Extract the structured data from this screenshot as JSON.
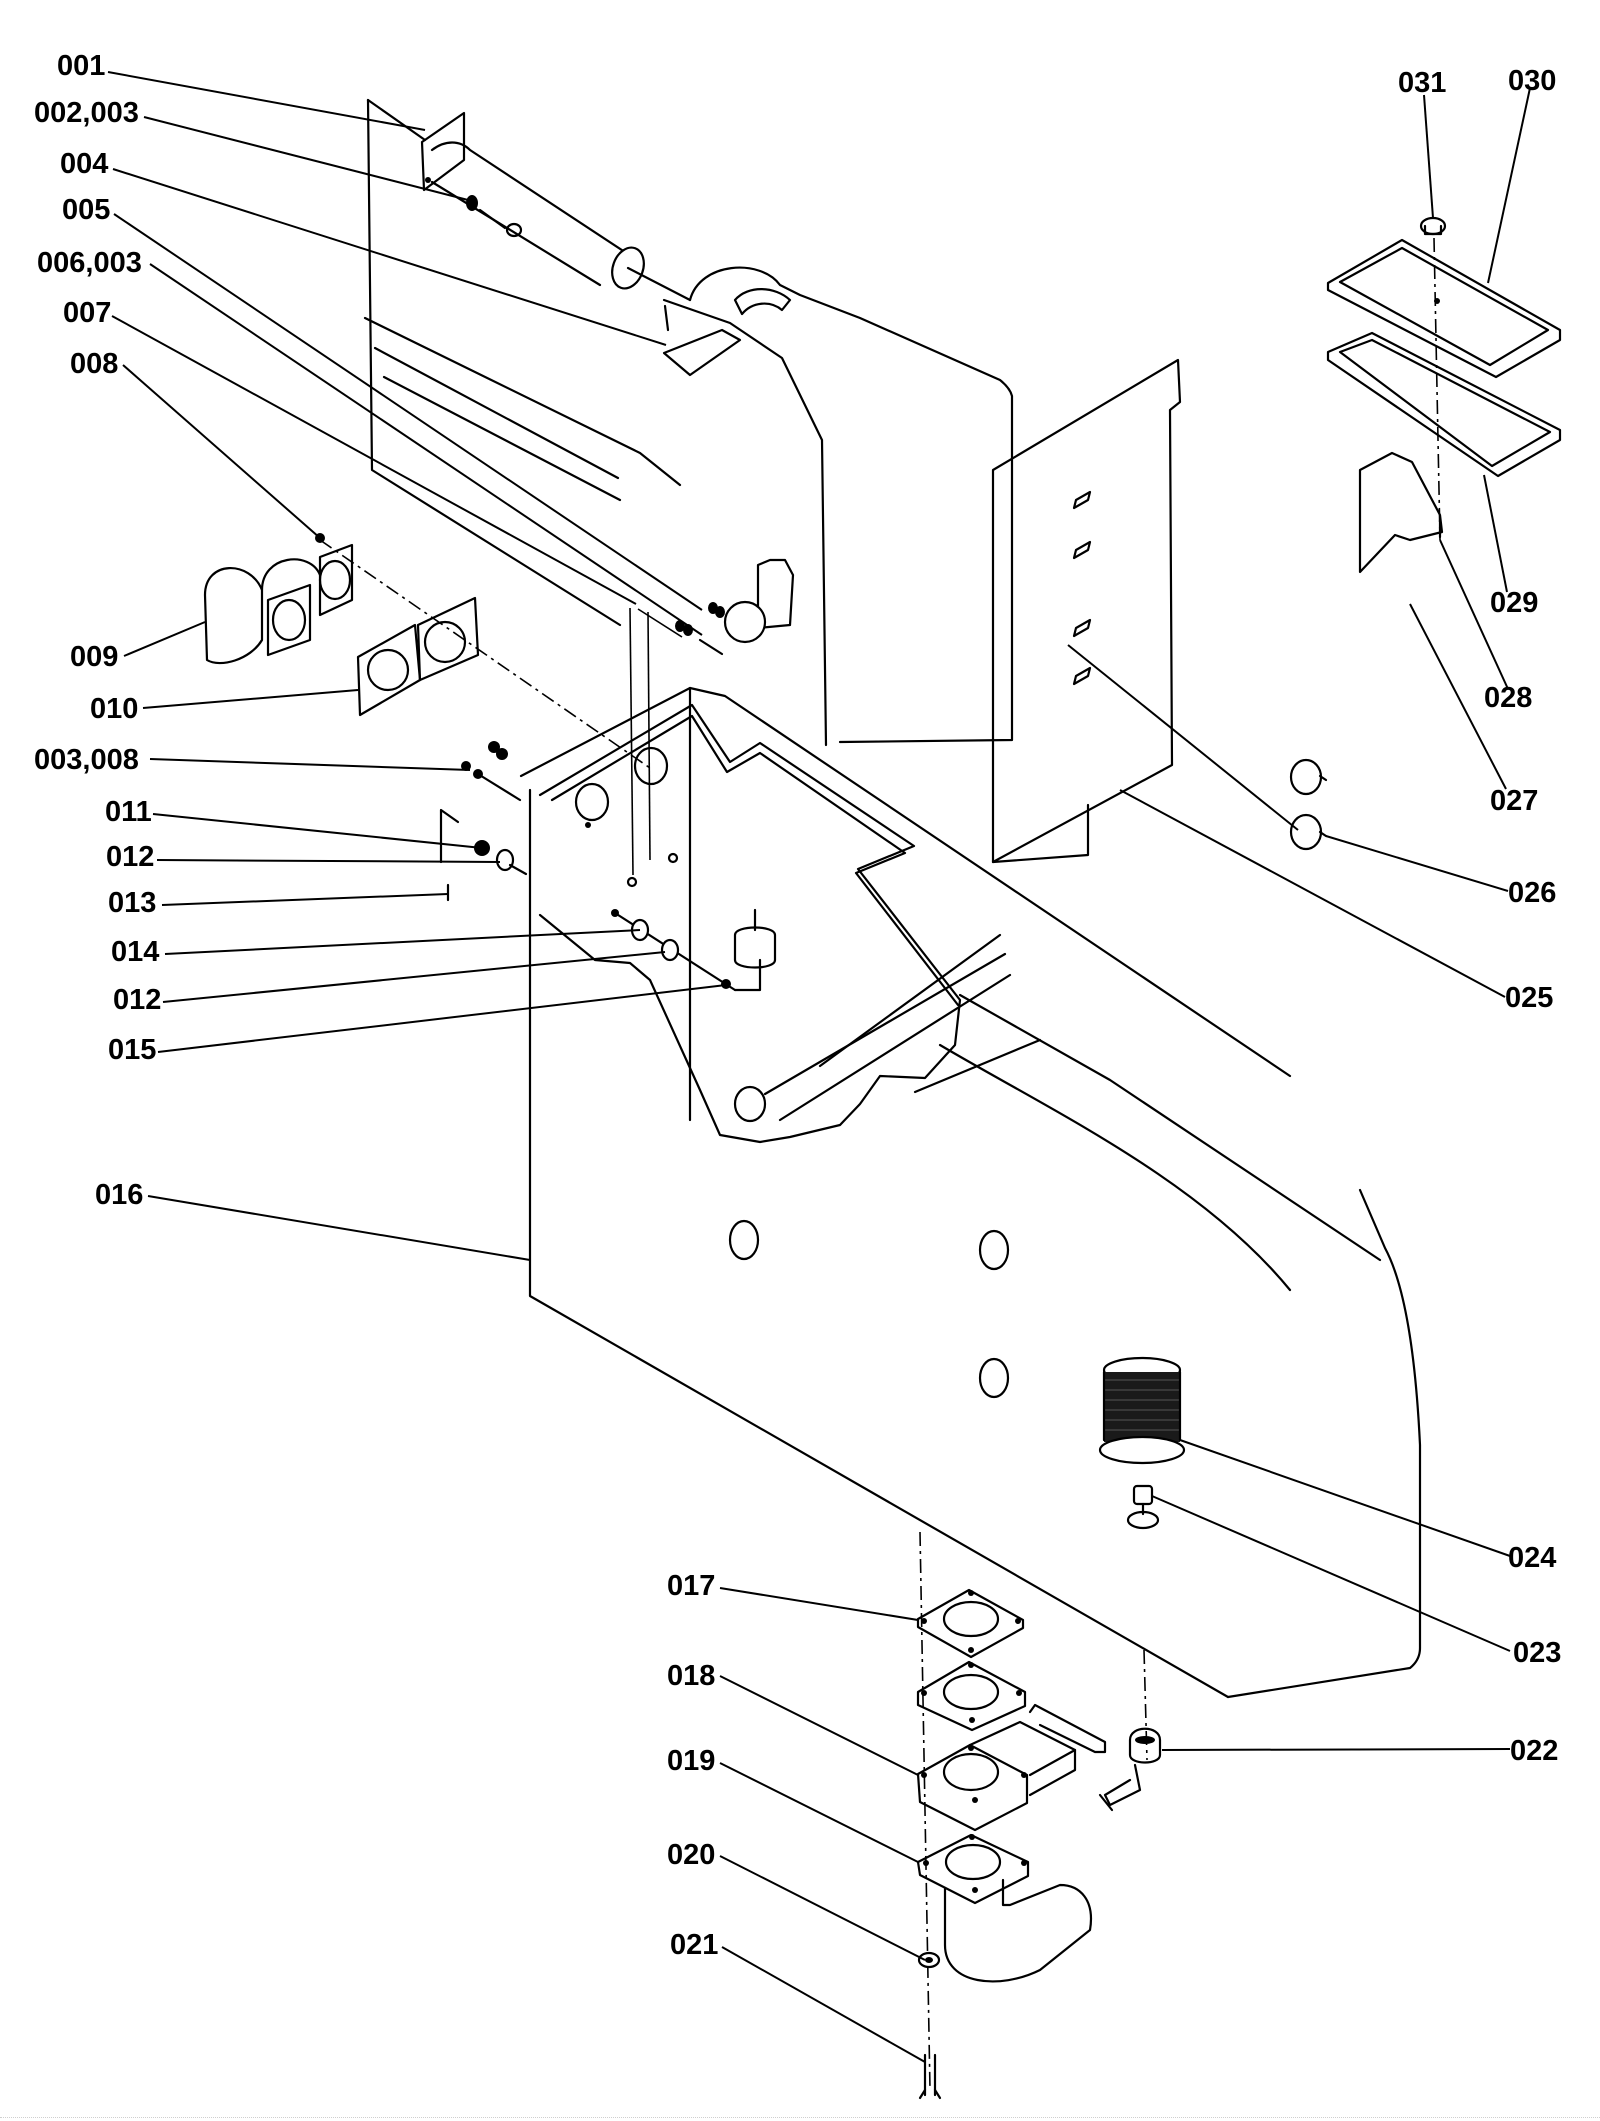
{
  "diagram": {
    "title": "Exploded parts view",
    "callouts": [
      {
        "id": "c001",
        "text": "001"
      },
      {
        "id": "c002",
        "text": "002,003"
      },
      {
        "id": "c004",
        "text": "004"
      },
      {
        "id": "c005",
        "text": "005"
      },
      {
        "id": "c006",
        "text": "006,003"
      },
      {
        "id": "c007",
        "text": "007"
      },
      {
        "id": "c008",
        "text": "008"
      },
      {
        "id": "c009",
        "text": "009"
      },
      {
        "id": "c010",
        "text": "010"
      },
      {
        "id": "c003b",
        "text": "003,008"
      },
      {
        "id": "c011",
        "text": "011"
      },
      {
        "id": "c012a",
        "text": "012"
      },
      {
        "id": "c013",
        "text": "013"
      },
      {
        "id": "c014",
        "text": "014"
      },
      {
        "id": "c012b",
        "text": "012"
      },
      {
        "id": "c015",
        "text": "015"
      },
      {
        "id": "c016",
        "text": "016"
      },
      {
        "id": "c017",
        "text": "017"
      },
      {
        "id": "c018",
        "text": "018"
      },
      {
        "id": "c019",
        "text": "019"
      },
      {
        "id": "c020",
        "text": "020"
      },
      {
        "id": "c021",
        "text": "021"
      },
      {
        "id": "c022",
        "text": "022"
      },
      {
        "id": "c023",
        "text": "023"
      },
      {
        "id": "c024",
        "text": "024"
      },
      {
        "id": "c025",
        "text": "025"
      },
      {
        "id": "c026",
        "text": "026"
      },
      {
        "id": "c027",
        "text": "027"
      },
      {
        "id": "c028",
        "text": "028"
      },
      {
        "id": "c029",
        "text": "029"
      },
      {
        "id": "c030",
        "text": "030"
      },
      {
        "id": "c031",
        "text": "031"
      }
    ]
  }
}
